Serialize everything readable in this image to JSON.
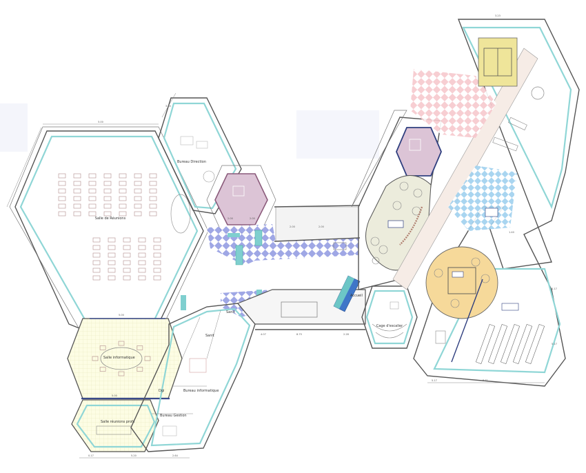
{
  "rooms": {
    "salle_reunions": "Salle de Réunions",
    "bureau_direction": "Bureau Direction",
    "salle_informatique": "Salle informatique",
    "salle_reunions_profs": "Salle réunions profs",
    "bureau_gestion": "Bureau Gestion",
    "bureau_informatique": "Bureau informatique",
    "dgi": "Dgi",
    "sanit_1": "Sanit",
    "sanit_2": "Sanit",
    "accueil": "Accueil",
    "cage_escalier": "Cage d'escalier"
  },
  "dimensions": {
    "top_left_wing": "5.00",
    "direction_width": "3.00",
    "salle_info_width": "5.00",
    "salle_profs_width": "5.00",
    "bottom_left": "0.17",
    "bottom_mid": "5.20",
    "bottom_right": "2.64",
    "corridor_1": "2.00",
    "corridor_2": "2.00",
    "corridor_3": "2.00",
    "corridor_4": "2.00",
    "hall_1": "4.07",
    "hall_2": "8.75",
    "hall_3": "2.28",
    "right_bottom_1": "5.17",
    "right_bottom_2": "8.71",
    "right_top": "3.23",
    "cdi_small": "1.40",
    "right_side_1": "0.17",
    "right_side_2": "5.17"
  },
  "colors": {
    "wall": "#555555",
    "inner_wall_tint": "#8fd6d6",
    "meeting_room_fill": "#fdfde2",
    "circle_room_fill": "#f6d99a",
    "oval_room_fill": "#ececdc",
    "small_hex_fill": "#dcc4d6",
    "checker_blue": "#7a86d8",
    "checker_pink": "#f2b8c0",
    "checker_cyan": "#8ec8ea",
    "corridor_fill": "#efefef",
    "top_table_fill": "#efe59a"
  }
}
